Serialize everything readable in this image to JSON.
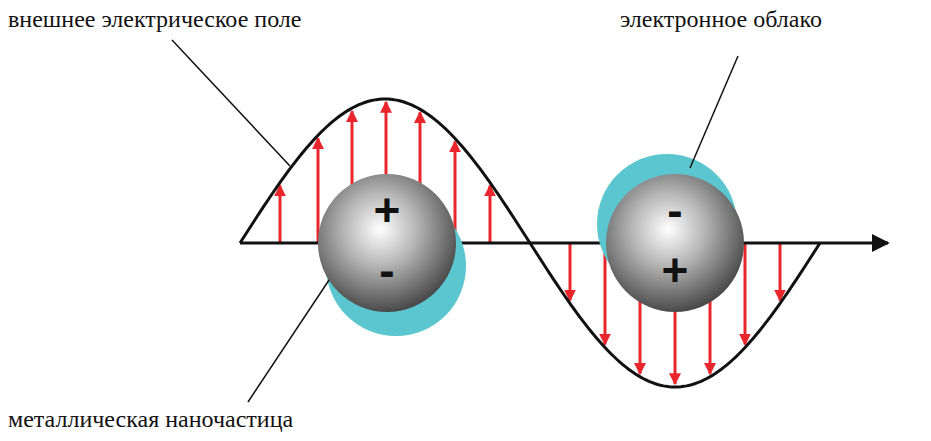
{
  "diagram": {
    "nodes": [
      {
        "text": [
          "+",
          "-"
        ]
      },
      {
        "text": [
          "-",
          "+"
        ]
      }
    ],
    "labels": [
      "внешнее электрическое поле",
      "электронное облако",
      "металлическая наночастица"
    ]
  }
}
